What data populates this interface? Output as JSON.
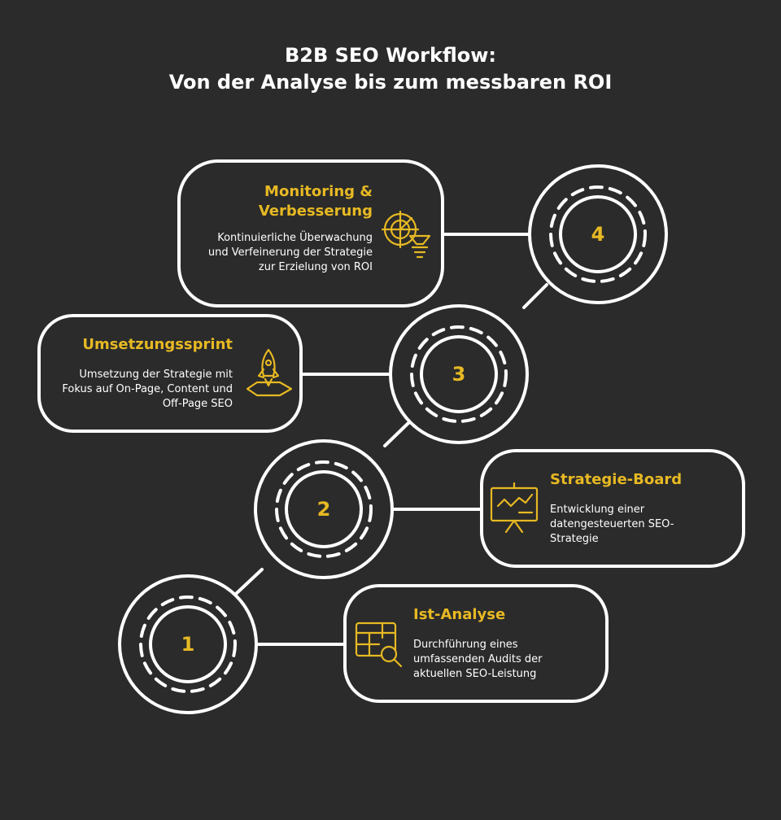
{
  "title": {
    "line1": "B2B SEO Workflow:",
    "line2": "Von der Analyse bis zum messbaren ROI"
  },
  "steps": [
    {
      "number": "1",
      "title": "Ist-Analyse",
      "description": "Durchführung eines umfassenden Audits der aktuellen SEO-Leistung",
      "icon": "table-search-icon"
    },
    {
      "number": "2",
      "title": "Strategie-Board",
      "description": "Entwicklung einer datengesteuerten SEO-Strategie",
      "icon": "presentation-board-icon"
    },
    {
      "number": "3",
      "title": "Umsetzungssprint",
      "description": "Umsetzung der Strategie mit Fokus auf On-Page, Content und Off-Page SEO",
      "icon": "rocket-icon"
    },
    {
      "number": "4",
      "title": "Monitoring & Verbesserung",
      "description": "Kontinuierliche Überwachung und Verfeinerung der Strategie zur Erzielung von ROI",
      "icon": "radar-funnel-icon"
    }
  ],
  "colors": {
    "background": "#2b2b2b",
    "accent": "#e7b923",
    "stroke": "#ffffff"
  }
}
